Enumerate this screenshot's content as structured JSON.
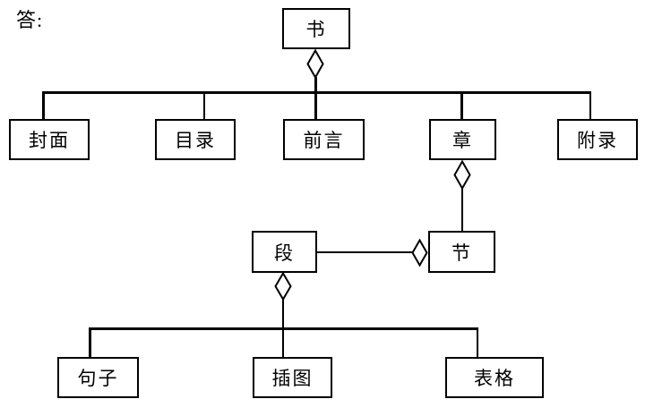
{
  "page": {
    "answer_label": "答:",
    "background_color": "#ffffff",
    "line_color": "#000000",
    "diagram_type": "aggregation-hierarchy"
  },
  "nodes": {
    "book": {
      "label": "书"
    },
    "cover": {
      "label": "封面"
    },
    "toc": {
      "label": "目录"
    },
    "preface": {
      "label": "前言"
    },
    "chapter": {
      "label": "章"
    },
    "appendix": {
      "label": "附录"
    },
    "paragraph": {
      "label": "段"
    },
    "section": {
      "label": "节"
    },
    "sentence": {
      "label": "句子"
    },
    "figure": {
      "label": "插图"
    },
    "table": {
      "label": "表格"
    }
  },
  "edges": [
    {
      "parent": "书",
      "children": [
        "封面",
        "目录",
        "前言",
        "章",
        "附录"
      ],
      "type": "aggregation"
    },
    {
      "parent": "章",
      "children": [
        "节"
      ],
      "type": "aggregation"
    },
    {
      "parent": "节",
      "children": [
        "段"
      ],
      "type": "aggregation"
    },
    {
      "parent": "段",
      "children": [
        "句子",
        "插图",
        "表格"
      ],
      "type": "aggregation"
    }
  ]
}
